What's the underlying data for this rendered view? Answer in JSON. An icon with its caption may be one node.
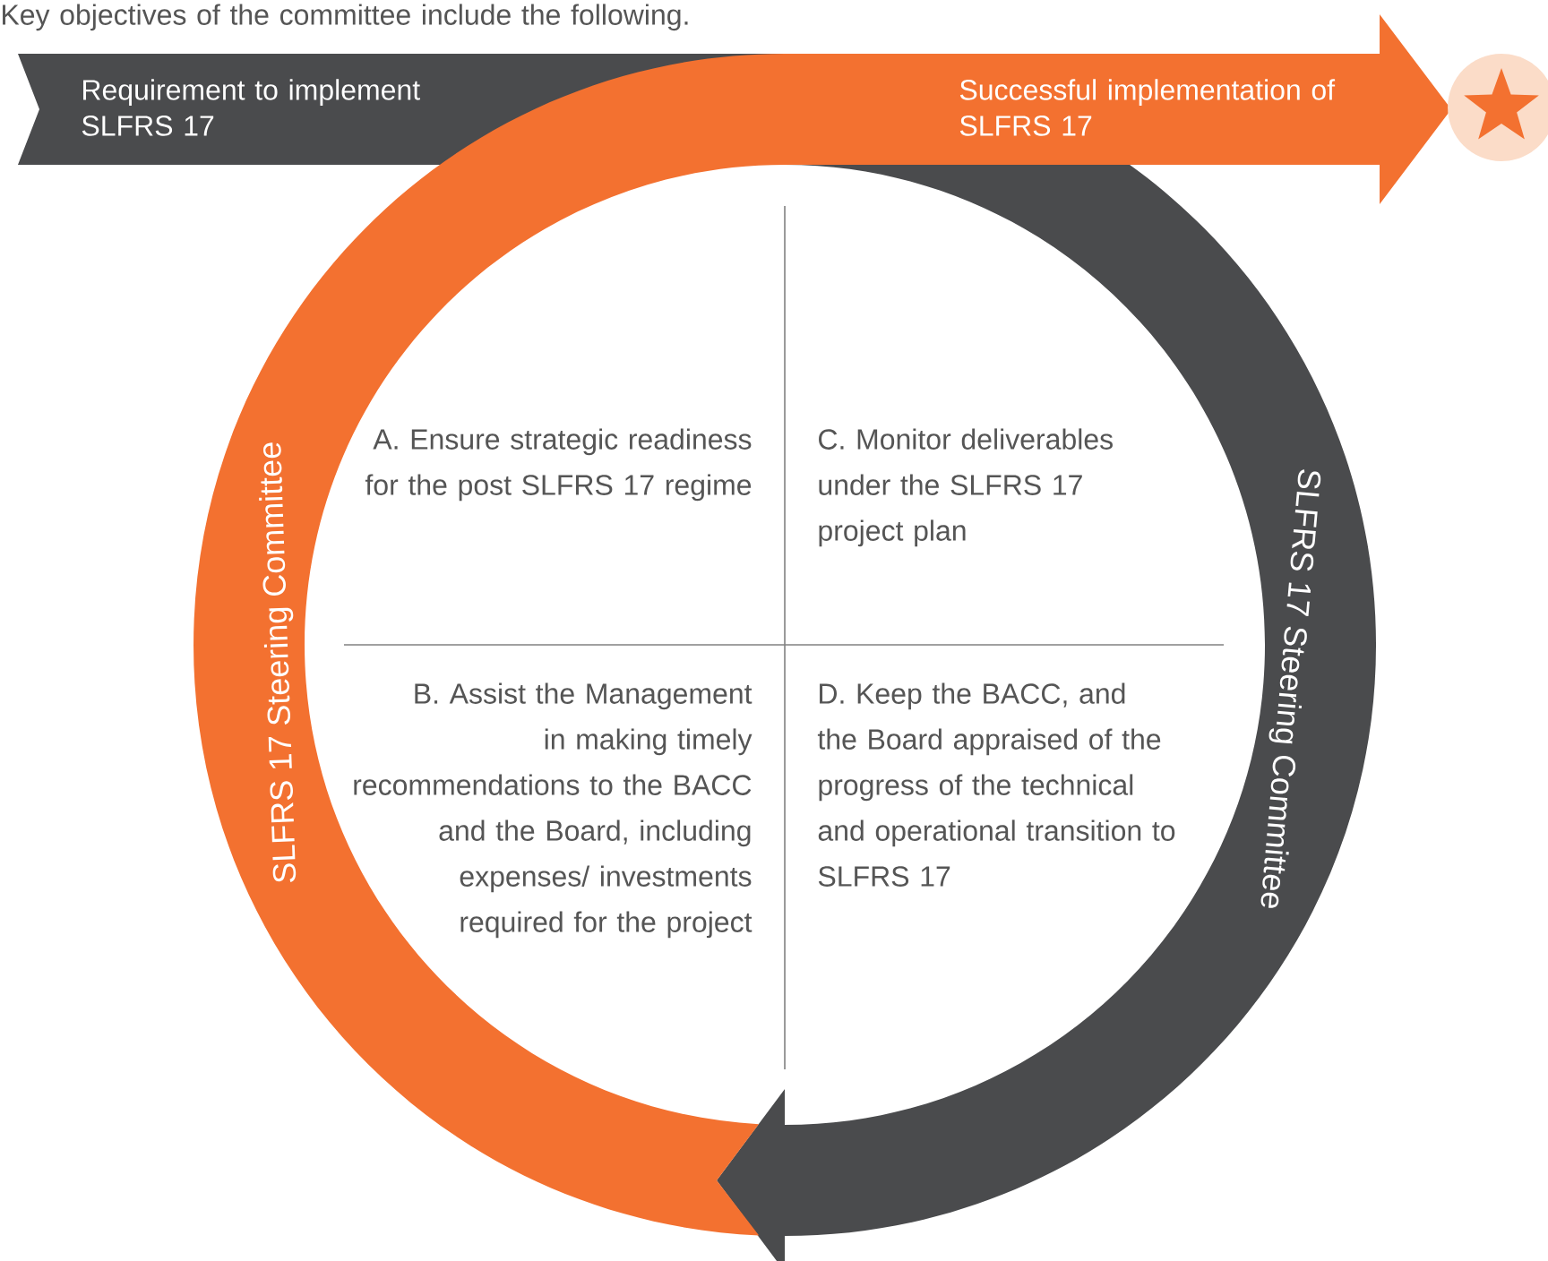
{
  "diagram": {
    "nodes": [
      {
        "text": [
          "Requirement to implement SLFRS 17",
          "SLFRS 17 Steering Committee"
        ]
      },
      {
        "text": [
          "SLFRS 17 Steering Committee",
          "Successful implementation of SLFRS 17"
        ]
      },
      {
        "text": [],
        "shape": "circle"
      }
    ],
    "labels": [
      "Key objectives of the committee include the following.",
      "A. Ensure strategic readiness for the post SLFRS 17 regime",
      "C. Monitor deliverables under the SLFRS 17 project plan",
      "B. Assist the Management in making timely recommendations to the BACC and the Board, including expenses/ investments required for the project",
      "D. Keep the BACC, and the Board appraised of the progress of the technical and operational transition to SLFRS 17"
    ]
  }
}
